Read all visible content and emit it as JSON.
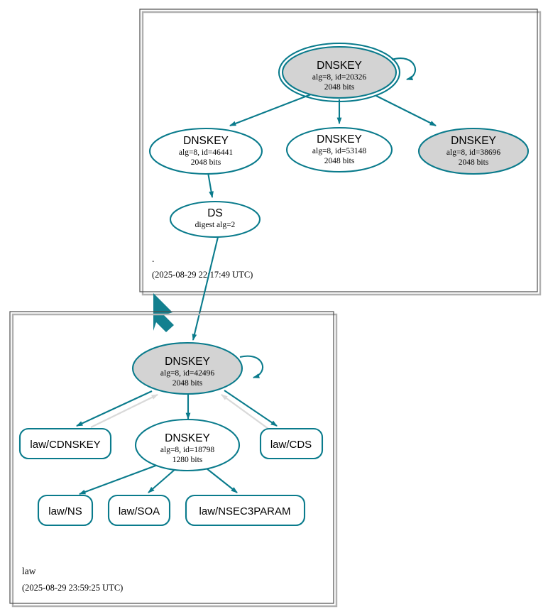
{
  "diagram": {
    "type": "dnssec-authentication-chain",
    "clusters": [
      {
        "id": "root-zone",
        "zone_label": ".",
        "timestamp": "(2025-08-29 22:17:49 UTC)"
      },
      {
        "id": "law-zone",
        "zone_label": "law",
        "timestamp": "(2025-08-29 23:59:25 UTC)"
      }
    ]
  },
  "colors": {
    "accent_teal": "#0a7b8c",
    "node_fill_grey": "#d3d3d3",
    "node_fill_white": "#ffffff",
    "cluster_border": "#4d4d4d",
    "inactive_edge_grey": "#d9d9d9"
  },
  "nodes": {
    "root_ksk": {
      "title": "DNSKEY",
      "line2": "alg=8, id=20326",
      "line3": "2048 bits"
    },
    "root_zsk_46441": {
      "title": "DNSKEY",
      "line2": "alg=8, id=46441",
      "line3": "2048 bits"
    },
    "root_zsk_53148": {
      "title": "DNSKEY",
      "line2": "alg=8, id=53148",
      "line3": "2048 bits"
    },
    "root_zsk_38696": {
      "title": "DNSKEY",
      "line2": "alg=8, id=38696",
      "line3": "2048 bits"
    },
    "root_ds": {
      "title": "DS",
      "line2": "digest alg=2"
    },
    "law_ksk": {
      "title": "DNSKEY",
      "line2": "alg=8, id=42496",
      "line3": "2048 bits"
    },
    "law_zsk": {
      "title": "DNSKEY",
      "line2": "alg=8, id=18798",
      "line3": "1280 bits"
    },
    "law_cdnskey": {
      "label": "law/CDNSKEY"
    },
    "law_cds": {
      "label": "law/CDS"
    },
    "law_ns": {
      "label": "law/NS"
    },
    "law_soa": {
      "label": "law/SOA"
    },
    "law_nsec3param": {
      "label": "law/NSEC3PARAM"
    }
  }
}
